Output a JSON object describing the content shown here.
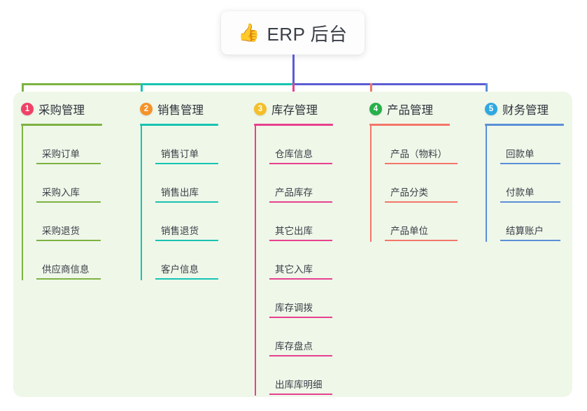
{
  "root": {
    "icon": "thumbs-up-emoji",
    "icon_glyph": "👍",
    "title": "ERP 后台"
  },
  "colors": {
    "panel_bg": "#eff7e9",
    "page_bg": "#ffffff",
    "root_line": "#5b5bd6",
    "col1": "#7cb342",
    "col2": "#17c3b2",
    "col3": "#e8408f",
    "col4": "#f4766a",
    "col5": "#5b8fd6",
    "badge1": "#ef4267",
    "badge2": "#f5932a",
    "badge3": "#f5bf2a",
    "badge4": "#27b04a",
    "badge5": "#2fa8e0",
    "text": "#3a3f47"
  },
  "columns": [
    {
      "index": "1",
      "title": "采购管理",
      "badge_color": "#ef4267",
      "line_color": "#7cb342",
      "items": [
        "采购订单",
        "采购入库",
        "采购退货",
        "供应商信息"
      ]
    },
    {
      "index": "2",
      "title": "销售管理",
      "badge_color": "#f5932a",
      "line_color": "#17c3b2",
      "items": [
        "销售订单",
        "销售出库",
        "销售退货",
        "客户信息"
      ]
    },
    {
      "index": "3",
      "title": "库存管理",
      "badge_color": "#f5bf2a",
      "line_color": "#e8408f",
      "items": [
        "仓库信息",
        "产品库存",
        "其它出库",
        "其它入库",
        "库存调拨",
        "库存盘点",
        "出库库明细"
      ]
    },
    {
      "index": "4",
      "title": "产品管理",
      "badge_color": "#27b04a",
      "line_color": "#f4766a",
      "items": [
        "产品（物料）",
        "产品分类",
        "产品单位"
      ]
    },
    {
      "index": "5",
      "title": "财务管理",
      "badge_color": "#2fa8e0",
      "line_color": "#5b8fd6",
      "items": [
        "回款单",
        "付款单",
        "结算账户"
      ]
    }
  ]
}
